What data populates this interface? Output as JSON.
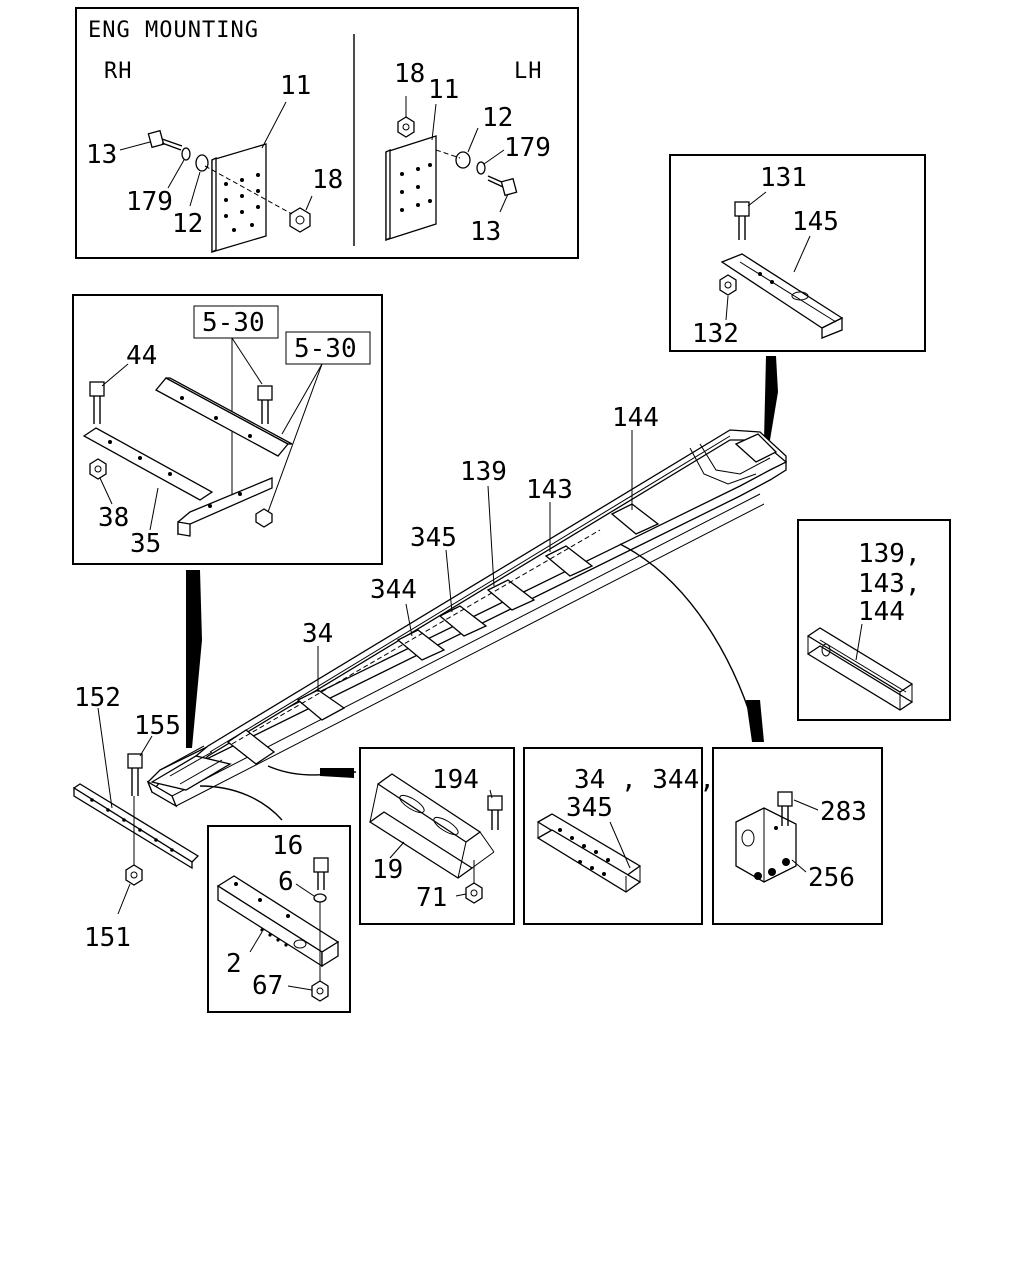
{
  "title": "ENG MOUNTING",
  "side_rh": "RH",
  "side_lh": "LH",
  "refs": {
    "ref_a": "5-30",
    "ref_b": "5-30"
  },
  "labels": {
    "p11_rh": "11",
    "p13_rh": "13",
    "p179_rh": "179",
    "p12_rh": "12",
    "p18_rh": "18",
    "p18_lh": "18",
    "p11_lh": "11",
    "p12_lh": "12",
    "p179_lh": "179",
    "p13_lh": "13",
    "p131": "131",
    "p145": "145",
    "p132": "132",
    "p44": "44",
    "p38": "38",
    "p35": "35",
    "p144": "144",
    "p139": "139",
    "p143": "143",
    "p345": "345",
    "p344": "344",
    "p34": "34",
    "p152": "152",
    "p155": "155",
    "p151": "151",
    "p16": "16",
    "p6": "6",
    "p2": "2",
    "p67": "67",
    "p194": "194",
    "p19": "19",
    "p71": "71",
    "p_ch_a": "34 , 344,",
    "p_ch_b": "345",
    "p283": "283",
    "p256": "256",
    "p_cm_a": "139,",
    "p_cm_b": "143,",
    "p_cm_c": "144"
  }
}
